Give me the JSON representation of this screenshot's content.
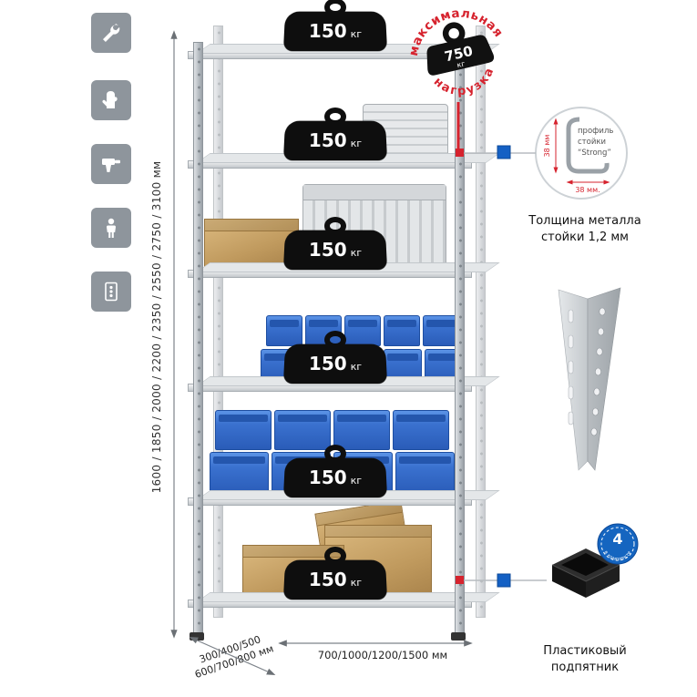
{
  "page": {
    "bg": "#ffffff"
  },
  "colors": {
    "accent_red": "#d6232e",
    "accent_blue": "#1565c0",
    "bin_blue": "#2f6fd0",
    "metal_gray": "#b4bac0",
    "tile_gray": "#8e959c"
  },
  "sidebar": {
    "icons": [
      {
        "name": "wrench-icon"
      },
      {
        "name": "glove-icon"
      },
      {
        "name": "drill-icon"
      },
      {
        "name": "person-icon"
      },
      {
        "name": "panel-icon"
      }
    ]
  },
  "dimensions": {
    "height": "1600 / 1850 / 2000 / 2200 / 2350 / 2550 / 2750 / 3100 мм",
    "depth_line1": "300/400/500",
    "depth_line2": "600/700/800 мм",
    "width": "700/1000/1200/1500 мм"
  },
  "rack": {
    "shelf_count": 6,
    "load_value": "150",
    "load_unit": "кг"
  },
  "stamp": {
    "arc_top": "максимальная",
    "arc_bottom": "нагрузка",
    "value": "750",
    "unit": "кг"
  },
  "profile": {
    "line1": "профиль",
    "line2": "стойки",
    "line3": "“Strong”",
    "dim_v": "38 мм",
    "dim_h": "38 мм.",
    "caption1": "Толщина металла",
    "caption2": "стойки 1,2 мм"
  },
  "foot": {
    "badge_number": "4",
    "badge_text": "в комплекте",
    "caption1": "Пластиковый",
    "caption2": "подпятник"
  }
}
